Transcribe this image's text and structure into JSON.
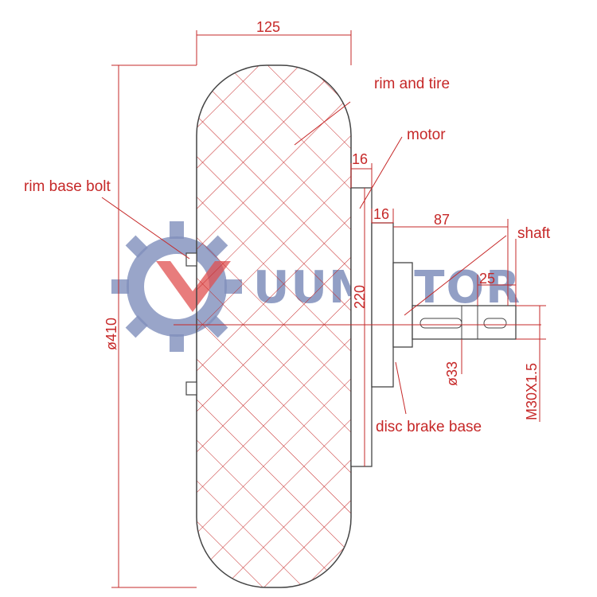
{
  "labels": {
    "rim_and_tire": "rim and tire",
    "motor": "motor",
    "rim_base_bolt": "rim base bolt",
    "shaft": "shaft",
    "disc_brake_base": "disc brake base"
  },
  "dimensions": {
    "rim_width": "125",
    "motor_width": "16",
    "disc_width": "16",
    "shaft_length": "87",
    "shaft_end": "25",
    "motor_height": "220",
    "diameter": "ø410",
    "shaft_diameter": "ø33",
    "thread": "M30X1.5"
  },
  "logo": {
    "text": "UUMOTOR"
  },
  "colors": {
    "line": "#c62828",
    "outline": "#444444",
    "logo_gray": "#7f8ebb",
    "logo_red": "#e05050"
  }
}
